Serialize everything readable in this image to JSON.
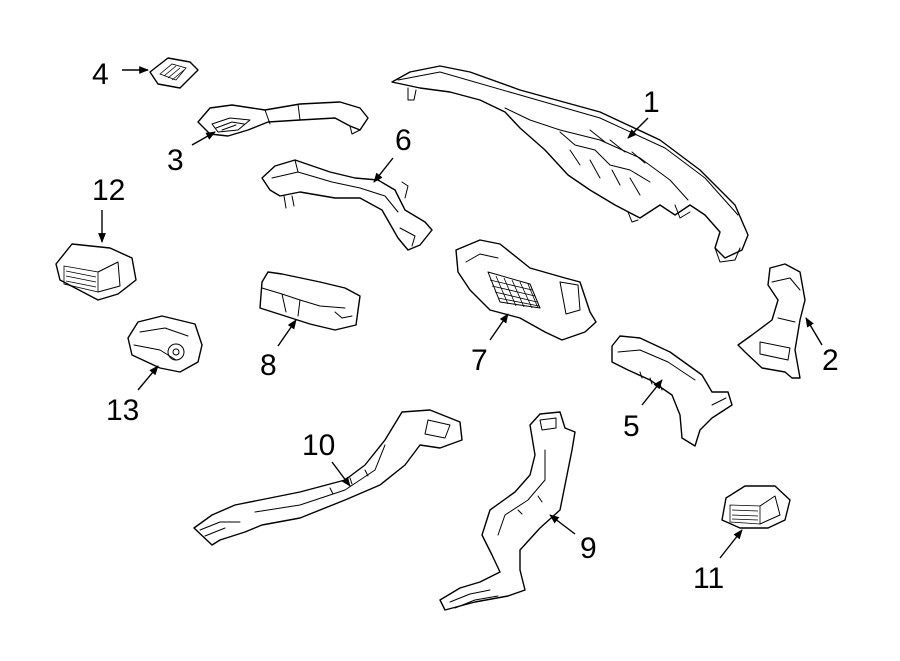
{
  "callouts": [
    {
      "id": "1",
      "label": "1"
    },
    {
      "id": "2",
      "label": "2"
    },
    {
      "id": "3",
      "label": "3"
    },
    {
      "id": "4",
      "label": "4"
    },
    {
      "id": "5",
      "label": "5"
    },
    {
      "id": "6",
      "label": "6"
    },
    {
      "id": "7",
      "label": "7"
    },
    {
      "id": "8",
      "label": "8"
    },
    {
      "id": "9",
      "label": "9"
    },
    {
      "id": "10",
      "label": "10"
    },
    {
      "id": "11",
      "label": "11"
    },
    {
      "id": "12",
      "label": "12"
    },
    {
      "id": "13",
      "label": "13"
    }
  ],
  "colors": {
    "ink": "#000000",
    "background": "#ffffff"
  }
}
